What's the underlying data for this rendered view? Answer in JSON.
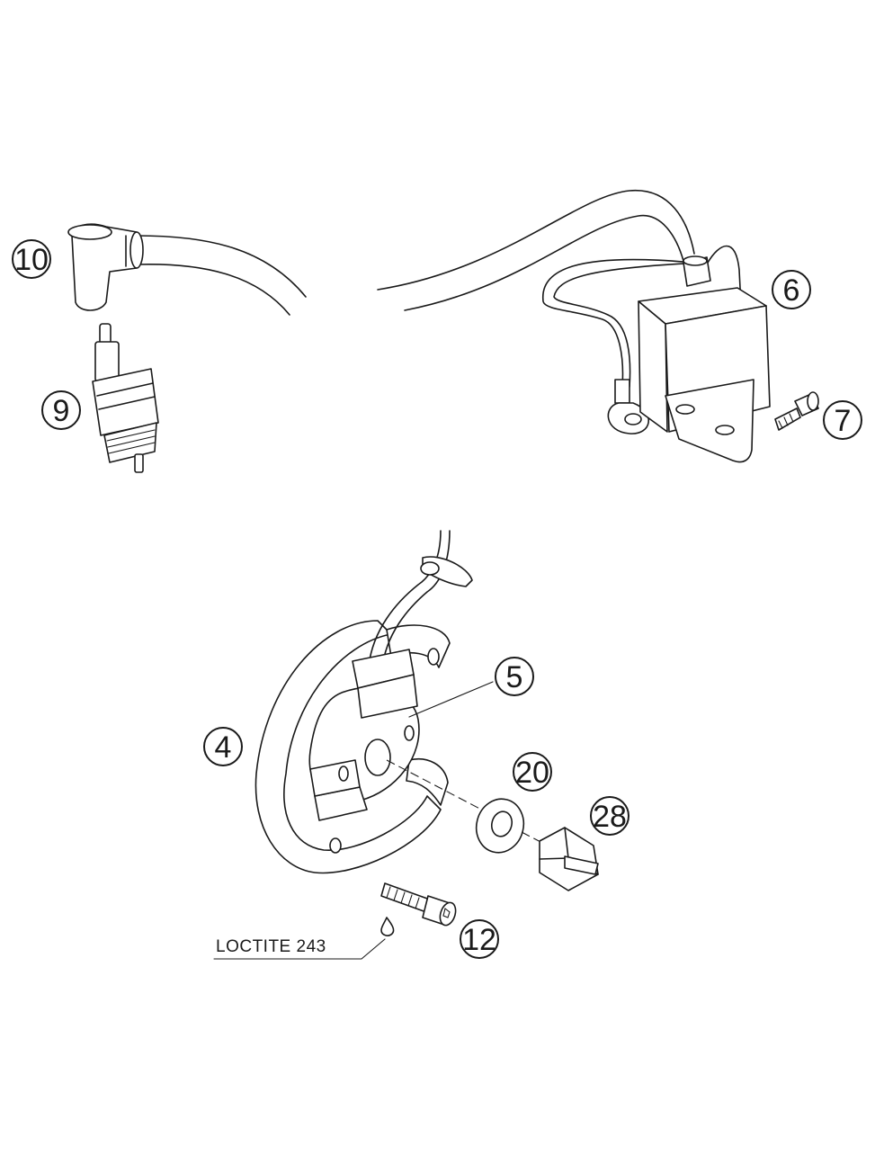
{
  "callouts": {
    "c10": "10",
    "c9": "9",
    "c6": "6",
    "c7": "7",
    "c5": "5",
    "c4": "4",
    "c20": "20",
    "c28": "28",
    "c12": "12"
  },
  "note": {
    "loctite": "LOCTITE 243"
  }
}
